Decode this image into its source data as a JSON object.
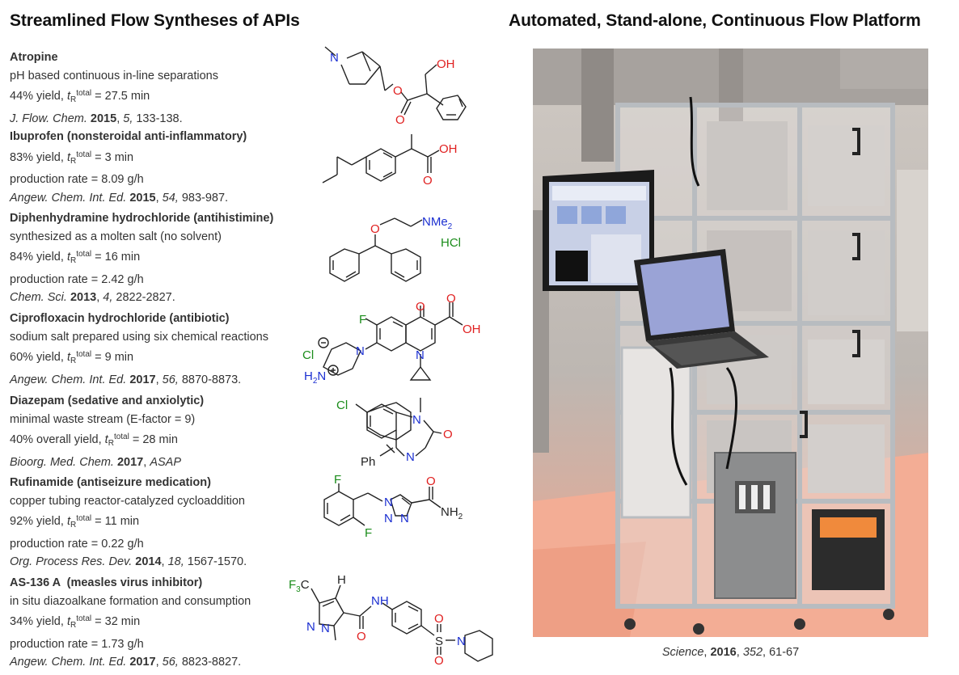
{
  "left_title": "Streamlined Flow Syntheses of APIs",
  "right_title": "Automated, Stand-alone, Continuous Flow Platform",
  "entries": [
    {
      "name": "Atropine",
      "l1": "pH based continuous in-line separations",
      "l2": {
        "pre": "44% yield, ",
        "t": "t",
        "sub": "R",
        "sup": "total",
        "post": " = 27.5 min"
      },
      "ref": {
        "journal": "J. Flow. Chem.",
        "year": "2015",
        "vol": "5,",
        "pages": " 133-138."
      }
    },
    {
      "name": "Ibuprofen (nonsteroidal anti-inflammatory)",
      "l1": {
        "pre": "83% yield, ",
        "t": "t",
        "sub": "R",
        "sup": "total",
        "post": " = 3 min"
      },
      "l2": "production rate = 8.09 g/h",
      "ref": {
        "journal": "Angew. Chem. Int. Ed.",
        "year": "2015",
        "vol": "54,",
        "pages": " 983-987."
      }
    },
    {
      "name": "Diphenhydramine hydrochloride (antihistimine)",
      "l1": "synthesized as a molten salt (no solvent)",
      "l2": {
        "pre": "84% yield, ",
        "t": "t",
        "sub": "R",
        "sup": "total",
        "post": " = 16 min"
      },
      "l3": "production rate = 2.42 g/h",
      "ref": {
        "journal": "Chem. Sci.",
        "year": "2013",
        "vol": "4,",
        "pages": " 2822-2827."
      }
    },
    {
      "name": "Ciprofloxacin hydrochloride (antibiotic)",
      "l1": "sodium salt prepared using six chemical reactions",
      "l2": {
        "pre": "60% yield, ",
        "t": "t",
        "sub": "R",
        "sup": "total",
        "post": " = 9 min"
      },
      "ref": {
        "journal": "Angew. Chem. Int. Ed.",
        "year": "2017",
        "vol": "56,",
        "pages": " 8870-8873."
      }
    },
    {
      "name": "Diazepam (sedative and anxiolytic)",
      "l1": "minimal waste stream (E-factor = 9)",
      "l2": {
        "pre": "40% overall yield, ",
        "t": "t",
        "sub": "R",
        "sup": "total",
        "post": " = 28 min"
      },
      "ref": {
        "journal": "Bioorg. Med. Chem.",
        "year": "2017",
        "vol": "ASAP",
        "pages": ""
      }
    },
    {
      "name": "Rufinamide (antiseizure medication)",
      "l1": "copper tubing reactor-catalyzed cycloaddition",
      "l2": {
        "pre": "92% yield, ",
        "t": "t",
        "sub": "R",
        "sup": "total",
        "post": " = 11 min"
      },
      "l3": "production rate = 0.22 g/h",
      "ref": {
        "journal": "Org. Process Res. Dev.",
        "year": "2014",
        "vol": "18,",
        "pages": " 1567-1570."
      }
    },
    {
      "name": "AS-136 A  (measles virus inhibitor)",
      "l1": "in situ diazoalkane formation and consumption",
      "l2": {
        "pre": "34% yield, ",
        "t": "t",
        "sub": "R",
        "sup": "total",
        "post": " = 32 min"
      },
      "l3": "production rate = 1.73 g/h",
      "ref": {
        "journal": "Angew. Chem. Int. Ed.",
        "year": "2017",
        "vol": "56,",
        "pages": " 8823-8827."
      }
    }
  ],
  "atom_labels": {
    "N": "N",
    "O": "O",
    "OH": "OH",
    "F": "F",
    "Cl": "Cl",
    "HCl": "HCl",
    "Ph": "Ph",
    "H": "H",
    "S": "S",
    "NMe": "NMe",
    "two": "2",
    "NH": "NH",
    "minus": "−",
    "plus": "+",
    "F3C": "F",
    "three": "3",
    "C": "C"
  },
  "caption": {
    "journal": "Science",
    "year": "2016",
    "rest": ", 61-67",
    "vol": "352"
  },
  "colors": {
    "oxygen": "#e02020",
    "nitrogen": "#1b2fd1",
    "halogen": "#1a8c1a",
    "frame": "#b8bcc0",
    "floor": "#f1a58c"
  }
}
